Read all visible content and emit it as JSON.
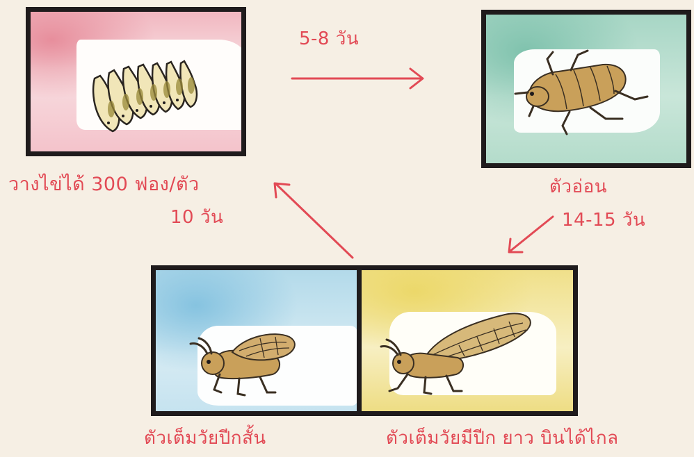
{
  "colors": {
    "ink": "#1f1b1c",
    "label_red": "#e24a55",
    "eggs_wash": "#f1b7c0",
    "nymph_wash": "#a7d6c5",
    "short_wing_wash": "#b3daea",
    "long_wing_wash": "#f0e08a",
    "insect_body": "#c9a05a"
  },
  "panels": {
    "eggs": {
      "icon": "egg-cluster-icon"
    },
    "nymph": {
      "icon": "nymph-icon"
    },
    "adult_short_wing": {
      "icon": "short-winged-adult-icon"
    },
    "adult_long_wing": {
      "icon": "long-winged-adult-icon"
    }
  },
  "labels": {
    "eggs": "วางไข่ได้ 300 ฟอง/ตัว",
    "eggs_duration": "10 วัน",
    "eggs_to_nymph": "5-8 วัน",
    "nymph": "ตัวอ่อน",
    "nymph_duration": "14-15 วัน",
    "adult_short_wing": "ตัวเต็มวัยปีกสั้น",
    "adult_long_wing": "ตัวเต็มวัยมีปีก ยาว บินได้ไกล"
  }
}
